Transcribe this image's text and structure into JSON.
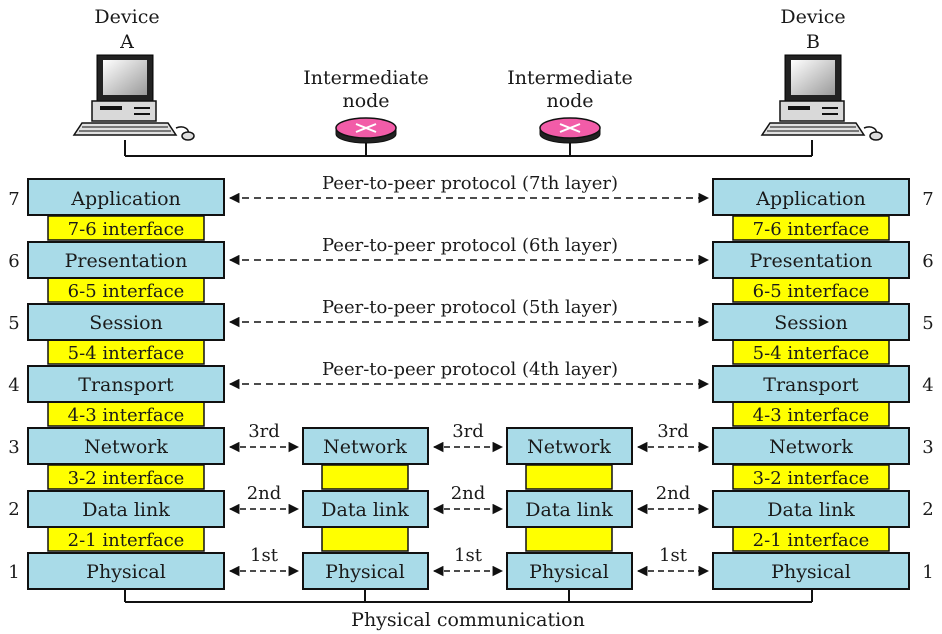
{
  "devices": {
    "a": {
      "line1": "Device",
      "line2": "A"
    },
    "b": {
      "line1": "Device",
      "line2": "B"
    }
  },
  "nodes": {
    "n1": {
      "line1": "Intermediate",
      "line2": "node"
    },
    "n2": {
      "line1": "Intermediate",
      "line2": "node"
    }
  },
  "layer_numbers": [
    "7",
    "6",
    "5",
    "4",
    "3",
    "2",
    "1"
  ],
  "end_layers": [
    "Application",
    "Presentation",
    "Session",
    "Transport",
    "Network",
    "Data link",
    "Physical"
  ],
  "interfaces": [
    "7-6 interface",
    "6-5 interface",
    "5-4 interface",
    "4-3 interface",
    "3-2 interface",
    "2-1 interface"
  ],
  "node_layers": [
    "Network",
    "Data link",
    "Physical"
  ],
  "peer_protocols": [
    "Peer-to-peer protocol (7th layer)",
    "Peer-to-peer protocol (6th layer)",
    "Peer-to-peer protocol (5th layer)",
    "Peer-to-peer protocol (4th layer)"
  ],
  "hop_labels": [
    "3rd",
    "2nd",
    "1st"
  ],
  "footer": "Physical communication",
  "colors": {
    "layer_fill": "#a9dbe8",
    "interface_fill": "#ffff00",
    "router_fill": "#f25ca8",
    "border": "#111111"
  }
}
